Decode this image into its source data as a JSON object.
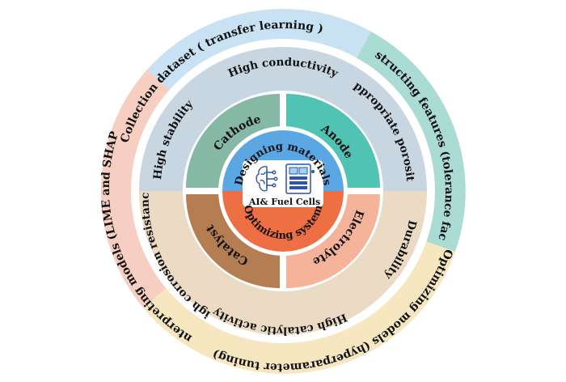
{
  "outer_ring": [
    {
      "id": "collection",
      "label": "Collection dataset ( transfer learning )",
      "color": "#c8e2f4"
    },
    {
      "id": "constructing",
      "label": "Constructing features (tolerance factor)",
      "color": "#abdcd3"
    },
    {
      "id": "optimizing-models",
      "label": "Optimizing models (hyperparameter tuning)",
      "color": "#f7e7c0"
    },
    {
      "id": "interpreting",
      "label": "Interpreting models (LIME and SHAP)",
      "color": "#f7cec2"
    }
  ],
  "middle_ring": {
    "top_color": "#c8d6e2",
    "bottom_color": "#ebdac4",
    "labels": [
      {
        "id": "high-conductivity",
        "label": "High conductivity"
      },
      {
        "id": "appropriate-porosity",
        "label": "Appropriate porosity"
      },
      {
        "id": "durability",
        "label": "Durability"
      },
      {
        "id": "high-catalytic-activity",
        "label": "High catalytic activity"
      },
      {
        "id": "high-corrosion-resistance",
        "label": "High corrosion resistance"
      },
      {
        "id": "high-stability",
        "label": "High stability"
      }
    ]
  },
  "inner_ring": [
    {
      "id": "cathode",
      "label": "Cathode",
      "color": "#86b8a6"
    },
    {
      "id": "anode",
      "label": "Anode",
      "color": "#50c3b5"
    },
    {
      "id": "electrolyte",
      "label": "Electrolyte",
      "color": "#f5b49a"
    },
    {
      "id": "catalyst",
      "label": "Catalyst",
      "color": "#b57e52"
    }
  ],
  "core": {
    "top_label": "Designing materials",
    "bottom_label": "Optimizing system",
    "center_label": "AI& Fuel Cells",
    "top_color": "#5aa7e4",
    "bottom_color": "#ee6f43",
    "icons": [
      "brain-circuit-icon",
      "fuel-cell-icon"
    ]
  }
}
